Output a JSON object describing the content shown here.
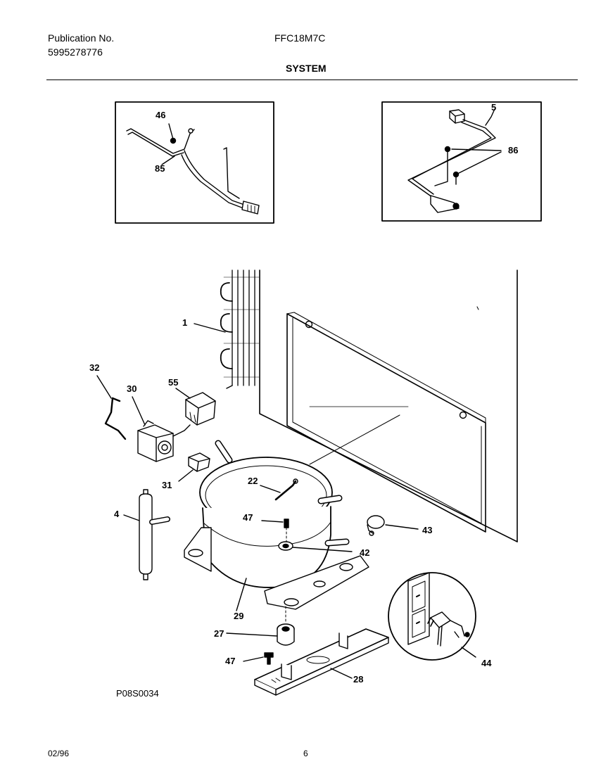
{
  "header": {
    "publication_label": "Publication No.",
    "publication_number": "5995278776",
    "model": "FFC18M7C",
    "section_title": "SYSTEM"
  },
  "diagram": {
    "drawing_code": "P08S0034",
    "labels": {
      "p46": "46",
      "p85": "85",
      "p5": "5",
      "p86": "86",
      "p1": "1",
      "p32": "32",
      "p30": "30",
      "p55": "55",
      "p31": "31",
      "p22": "22",
      "p47a": "47",
      "p4": "4",
      "p43": "43",
      "p42": "42",
      "p29": "29",
      "p27": "27",
      "p47b": "47",
      "p28": "28",
      "p44": "44"
    }
  },
  "footer": {
    "date": "02/96",
    "page": "6"
  }
}
